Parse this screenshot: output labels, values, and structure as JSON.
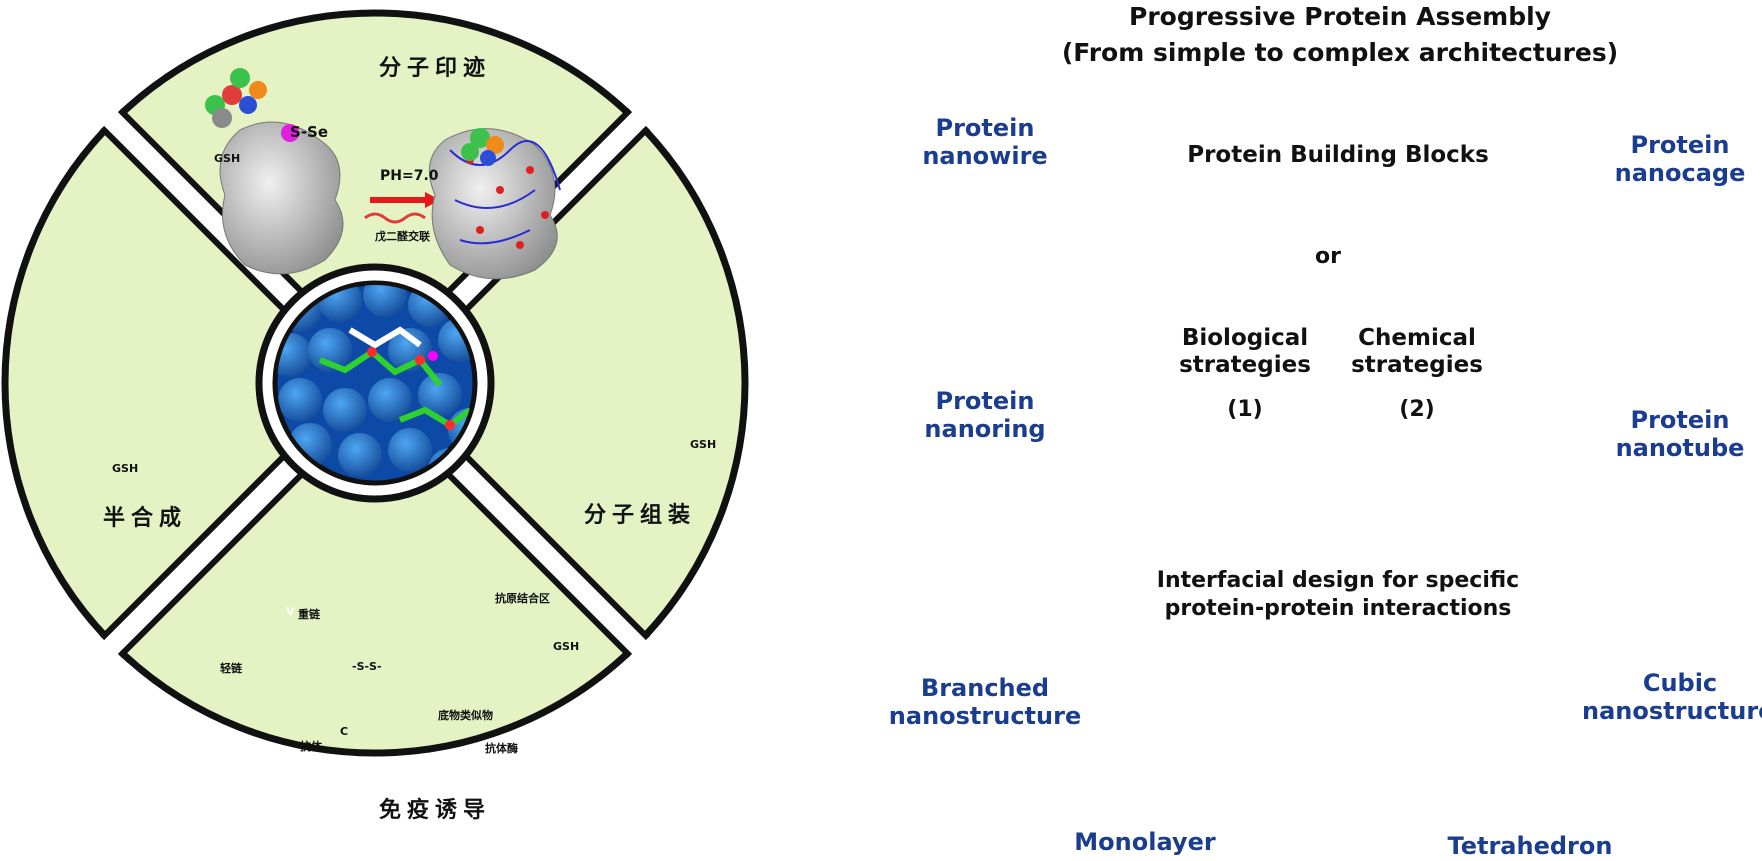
{
  "left_panel": {
    "sectors": {
      "top": "分子印迹",
      "left": "半合成",
      "right": "分子组装",
      "bottom": "免疫诱导"
    },
    "top_details": {
      "gsh": "GSH",
      "ss": "S-Se",
      "ph": "PH=7.0",
      "crosslink": "戊二醛交联"
    },
    "left_details": {
      "gsh": "GSH"
    },
    "right_details": {
      "gsh": "GSH"
    },
    "bottom_details": {
      "heavy_chain": "重链",
      "light_chain": "轻链",
      "antigen_site": "抗原结合区",
      "antibody": "抗体",
      "analog": "底物类似物",
      "abzyme": "抗体酶",
      "gsh": "GSH",
      "v": "V",
      "c": "C",
      "ss": "-S-S-"
    }
  },
  "right_panel": {
    "title_line1": "Progressive Protein Assembly",
    "title_line2": "(From simple to complex architectures)",
    "box": {
      "heading": "Protein Building Blocks",
      "or": "or",
      "bio_line1": "Biological",
      "bio_line2": "strategies",
      "bio_num": "(1)",
      "chem_line1": "Chemical",
      "chem_line2": "strategies",
      "chem_num": "(2)",
      "interfacial_line1": "Interfacial design for specific",
      "interfacial_line2": "protein-protein interactions"
    },
    "structures": {
      "nanowire_1": "Protein",
      "nanowire_2": "nanowire",
      "nanoring_1": "Protein",
      "nanoring_2": "nanoring",
      "branched_1": "Branched",
      "branched_2": "nanostructure",
      "monolayer": "Monolayer",
      "tetrahedron": "Tetrahedron",
      "nanocage_1": "Protein",
      "nanocage_2": "nanocage",
      "nanotube_1": "Protein",
      "nanotube_2": "nanotube",
      "cubic_1": "Cubic",
      "cubic_2": "nanostructure"
    }
  },
  "colors": {
    "sphere": "#1e9ad6",
    "accent_box": "#e02020",
    "label_blue": "#1a3d8f",
    "sector_green": "#e4f2c4",
    "pink": "#f0306a"
  }
}
